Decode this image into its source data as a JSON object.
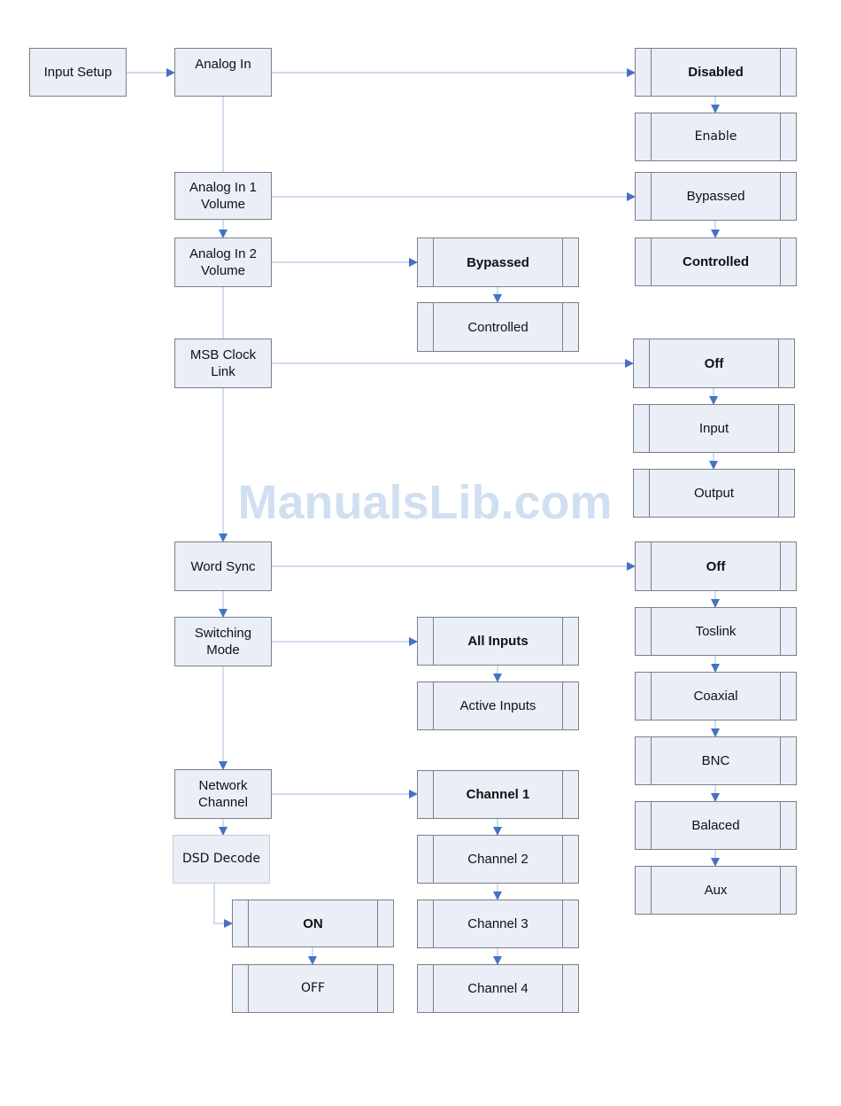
{
  "watermark": "ManualsLib.com",
  "nodes": {
    "input_setup": "Input Setup",
    "analog_in": "Analog In",
    "analog_in_disabled": "Disabled",
    "analog_in_enable": "Enable",
    "analog_in_1_volume": "Analog In 1\nVolume",
    "vol1_bypassed": "Bypassed",
    "vol1_controlled": "Controlled",
    "analog_in_2_volume": "Analog In 2\nVolume",
    "vol2_bypassed": "Bypassed",
    "vol2_controlled": "Controlled",
    "msb_clock_link": "MSB Clock\nLink",
    "clock_off": "Off",
    "clock_input": "Input",
    "clock_output": "Output",
    "word_sync": "Word Sync",
    "sync_off": "Off",
    "sync_toslink": "Toslink",
    "sync_coaxial": "Coaxial",
    "sync_bnc": "BNC",
    "sync_balaced": "Balaced",
    "sync_aux": "Aux",
    "switching_mode": "Switching\nMode",
    "mode_all_inputs": "All Inputs",
    "mode_active_inputs": "Active Inputs",
    "network_channel": "Network\nChannel",
    "channel_1": "Channel 1",
    "channel_2": "Channel 2",
    "channel_3": "Channel 3",
    "channel_4": "Channel 4",
    "dsd_decode": "DSD Decode",
    "dsd_on": "ON",
    "dsd_off": "OFF"
  },
  "colors": {
    "box_fill": "#e9eef7",
    "box_border": "#7b7f86",
    "connector": "#b4c8e4",
    "arrow": "#4472c4"
  }
}
